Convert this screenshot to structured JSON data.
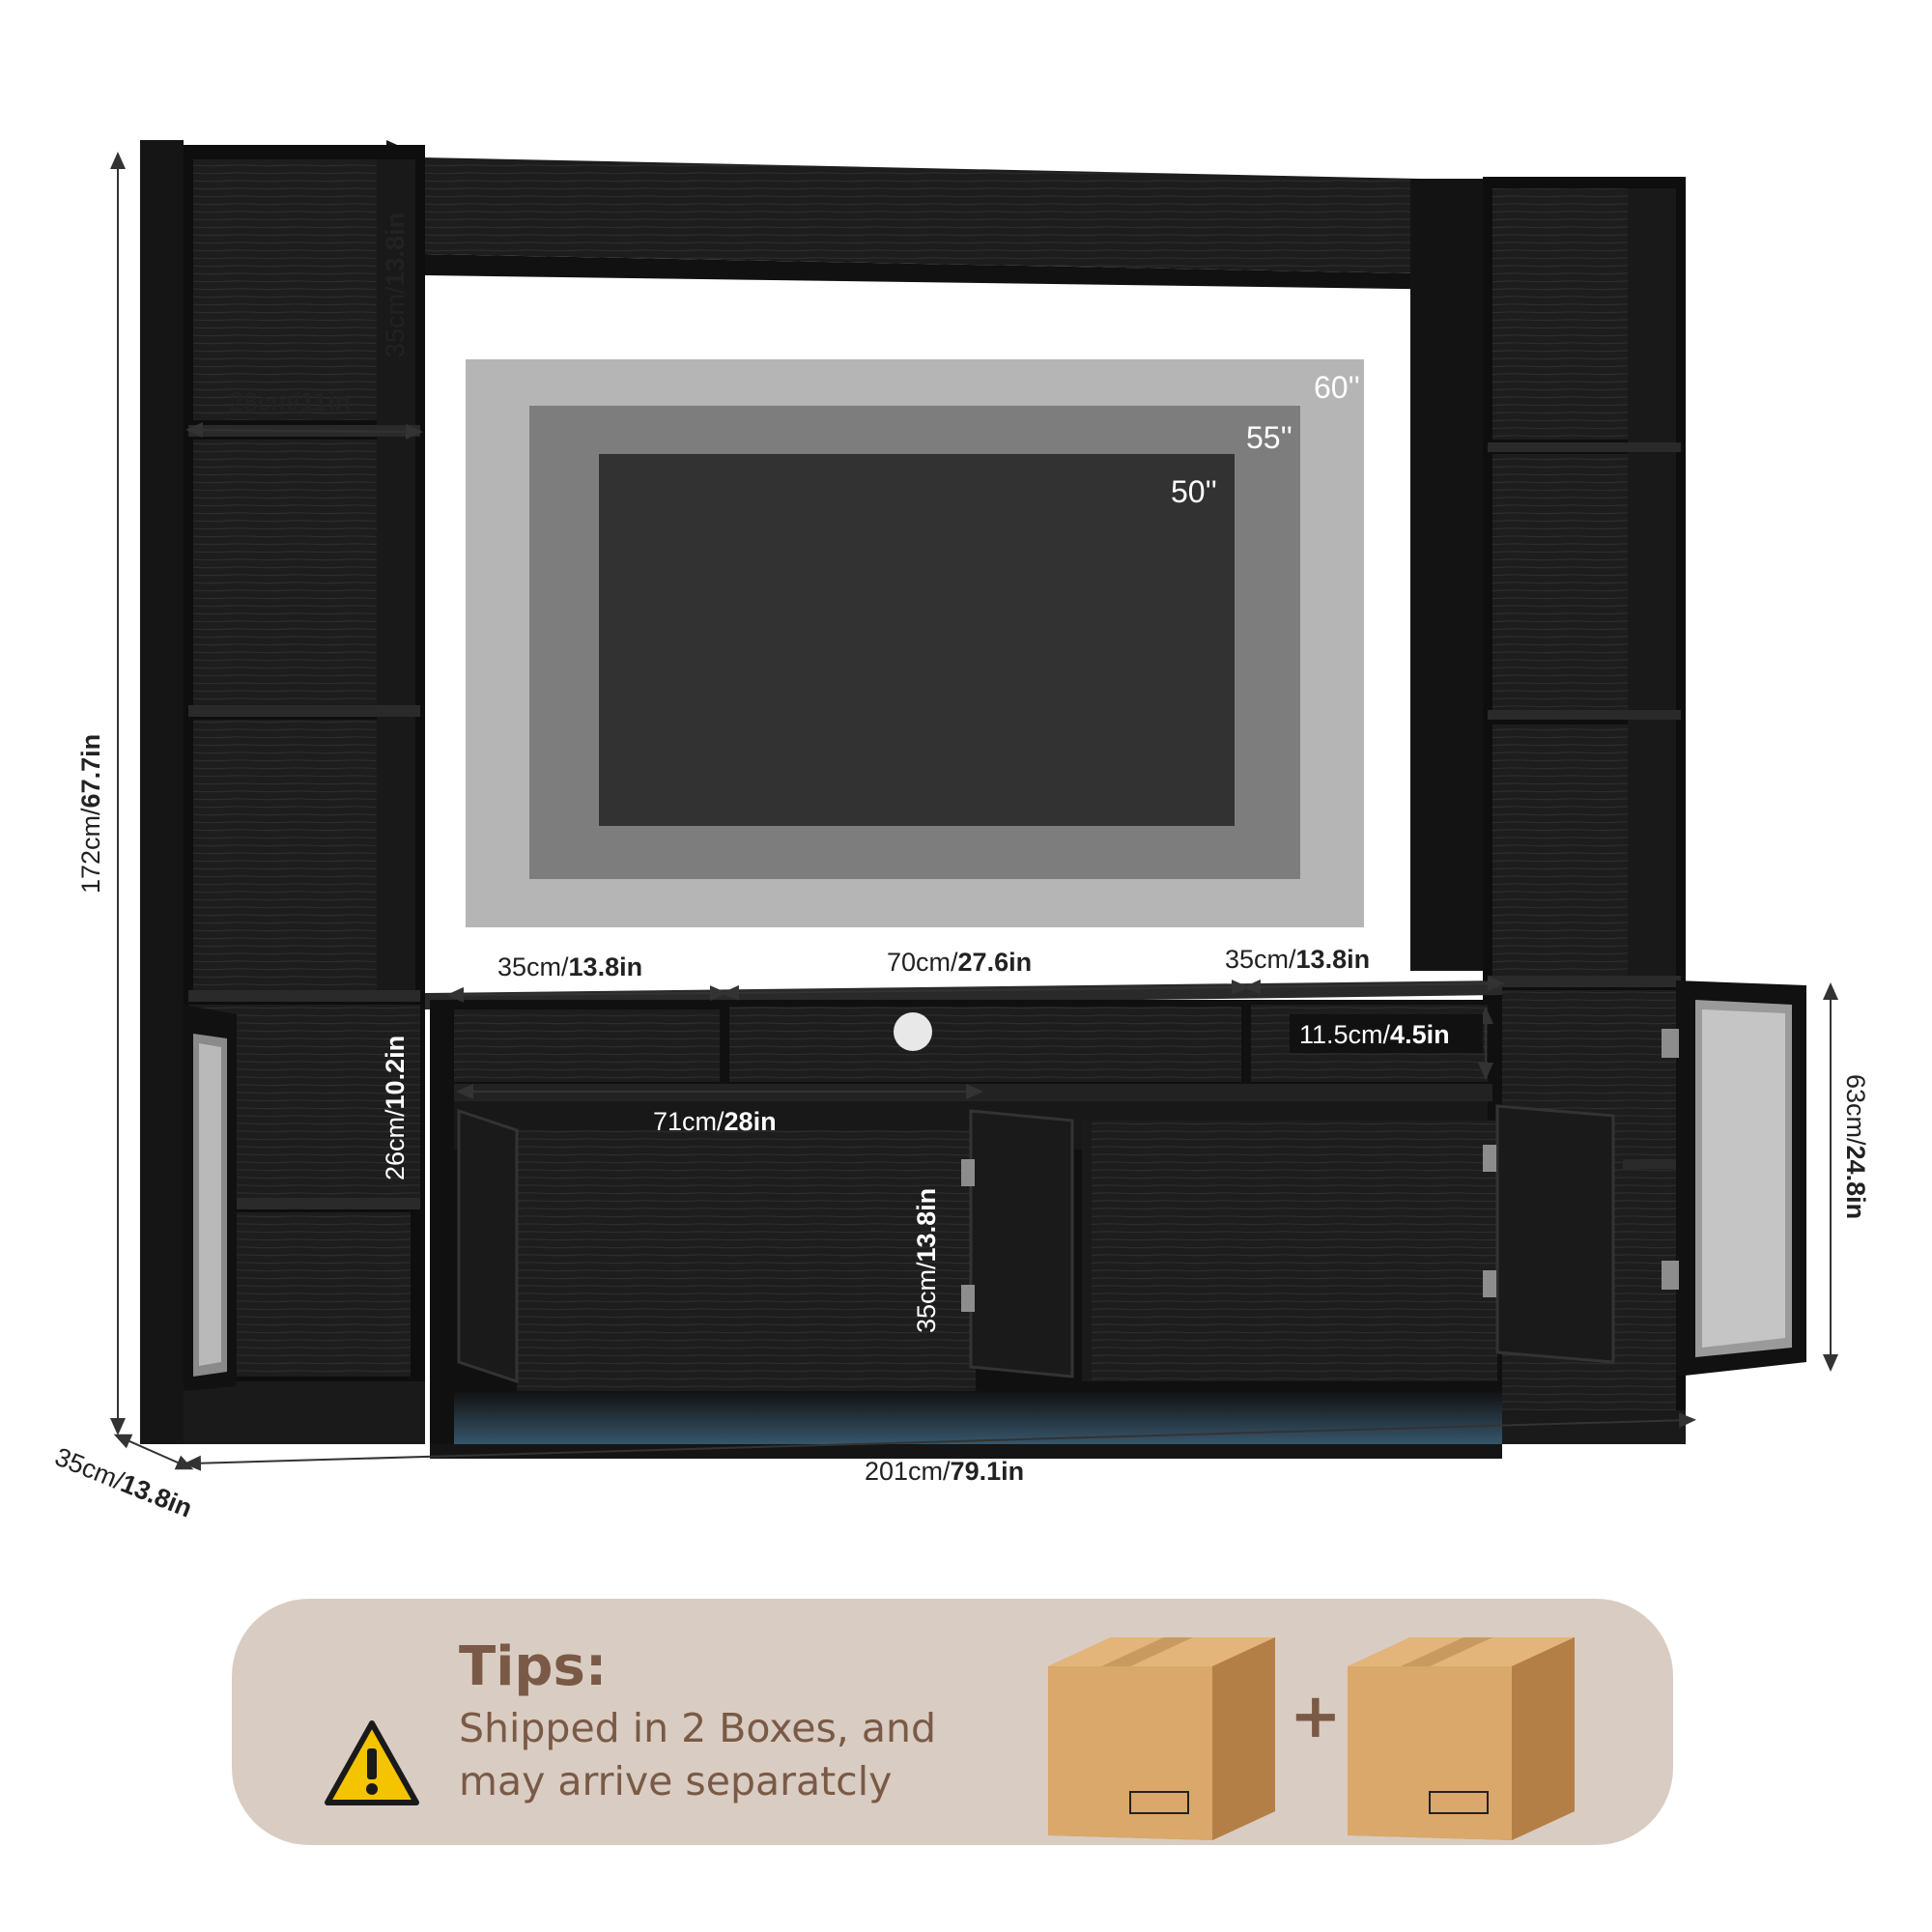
{
  "tv_sizes": {
    "s60": "60''",
    "s55": "55''",
    "s50": "50''"
  },
  "dimensions": {
    "top_compartment_height": {
      "cm": "35cm/",
      "in": "13.8in"
    },
    "side_shelf_width": {
      "cm": "28cm/",
      "in": "11in"
    },
    "total_height": {
      "cm": "172cm/",
      "in": "67.7in"
    },
    "left_cubby_width": {
      "cm": "35cm/",
      "in": "13.8in"
    },
    "middle_cubby_width": {
      "cm": "70cm/",
      "in": "27.6in"
    },
    "right_cubby_width": {
      "cm": "35cm/",
      "in": "13.8in"
    },
    "cubby_height": {
      "cm": "11.5cm/",
      "in": "4.5in"
    },
    "cabinet_width": {
      "cm": "71cm/",
      "in": "28in"
    },
    "cabinet_height": {
      "cm": "35cm/",
      "in": "13.8in"
    },
    "lower_shelf_height": {
      "cm": "26cm/",
      "in": "10.2in"
    },
    "base_height": {
      "cm": "63cm/",
      "in": "24.8in"
    },
    "depth": {
      "cm": "35cm/",
      "in": "13.8in"
    },
    "total_width": {
      "cm": "201cm/",
      "in": "79.1in"
    }
  },
  "tips": {
    "title": "Tips:",
    "line1": "Shipped in 2 Boxes, and",
    "line2": "may arrive separatcly",
    "plus": "+",
    "warning_icon": "warning-triangle-icon",
    "box_icon": "cardboard-box-icon"
  },
  "colors": {
    "wood": "#1c1c1c",
    "tips_background": "#d9ccc2",
    "tips_text": "#7a5a46",
    "warning_yellow": "#f5c400",
    "box_brown": "#d9a86a"
  }
}
